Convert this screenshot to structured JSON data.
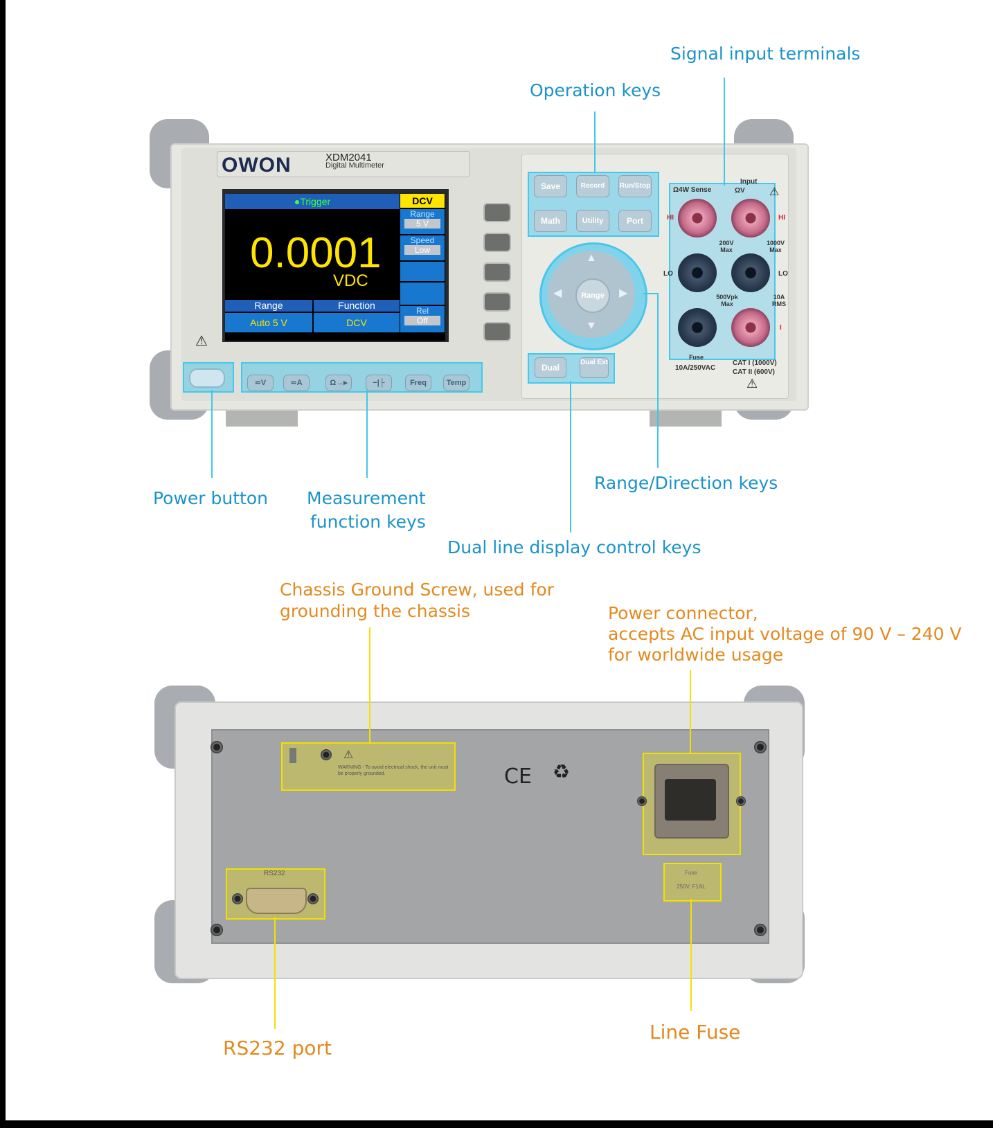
{
  "labels": {
    "signal_input_terminals": "Signal input terminals",
    "operation_keys": "Operation keys",
    "power_button": "Power button",
    "measurement_function_keys_line1": "Measurement",
    "measurement_function_keys_line2": "function keys",
    "range_direction_keys": "Range/Direction keys",
    "dual_line_display_control_keys": "Dual line display control keys",
    "chassis_ground_screw_line1": "Chassis Ground Screw, used for",
    "chassis_ground_screw_line2": "grounding the chassis",
    "power_connector_line1": "Power connector,",
    "power_connector_line2": "accepts AC input voltage of 90 V – 240 V",
    "power_connector_line3": "for worldwide usage",
    "rs232_port": "RS232 port",
    "line_fuse": "Line Fuse"
  },
  "device": {
    "brand": "OWON",
    "model": "XDM2041",
    "model_sub": "Digital Multimeter",
    "screen": {
      "trigger": "●Trigger",
      "mode": "DCV",
      "reading": "0.0001",
      "unit": "VDC",
      "side": {
        "range_label": "Range",
        "range_value": "5 V",
        "speed_label": "Speed",
        "speed_value": "Low",
        "rel_label": "Rel",
        "rel_value": "Off"
      },
      "bottom": {
        "range_header": "Range",
        "function_header": "Function",
        "range_value": "Auto 5 V",
        "function_value": "DCV"
      }
    },
    "operation_keys": [
      "Save",
      "Record",
      "Run/Stop",
      "Math",
      "Utility",
      "Port"
    ],
    "range_key": "Range",
    "dual_keys": [
      "Dual",
      "Dual Ext"
    ],
    "function_keys": [
      "≂V",
      "≂A",
      "Ω→▸",
      "−|├",
      "Freq",
      "Temp"
    ],
    "terminals": {
      "four_wire": "Ω4W Sense",
      "input": "Input",
      "input_sub": "ΩV",
      "hi": "HI",
      "lo": "LO",
      "i": "I",
      "v200": "200V Max",
      "v1000": "1000V Max",
      "v500": "500Vpk Max",
      "a10": "10A RMS",
      "fuse": "Fuse",
      "fuse_rating": "10A/250VAC",
      "cat1": "CAT I (1000V)",
      "cat2": "CAT II (600V)"
    }
  },
  "rear": {
    "warning_text": "WARNING - To avoid electrical shock, the unit must be properly grounded.",
    "ce_mark": "CE",
    "rs232_label": "RS232",
    "fuse_label": "Fuse",
    "fuse_rating": "250V, F1AL"
  },
  "colors": {
    "blue_label": "#1b93c9",
    "orange_label": "#e38a1f",
    "cyan_highlight": "#46c8ea",
    "yellow_highlight": "#f2e000",
    "screen_yellow": "#ffe400"
  }
}
